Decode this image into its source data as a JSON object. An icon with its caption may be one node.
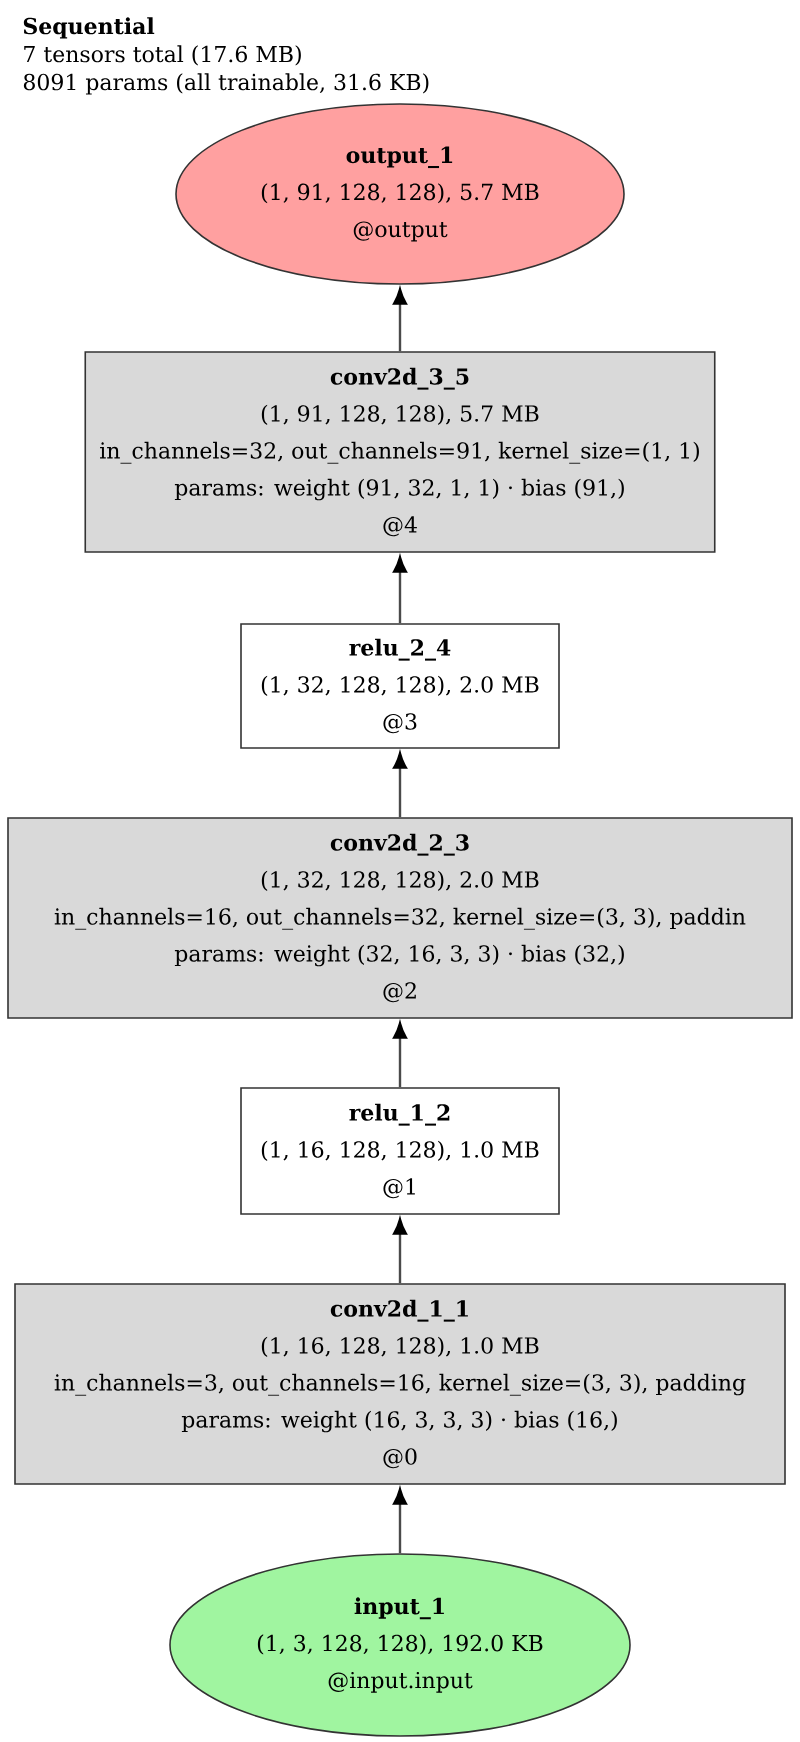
{
  "diagram": {
    "title": "Sequential",
    "nodes": [
      {
        "text": [
          "output_1",
          "(1, 91, 128, 128), 5.7 MB",
          "@output"
        ]
      },
      {
        "text": [
          "conv2d_3_5",
          "(1, 91, 128, 128), 5.7 MB",
          "in_channels=32, out_channels=91, kernel_size=(1, 1)",
          "params: weight (91, 32, 1, 1) · bias (91,)",
          "@4"
        ]
      },
      {
        "text": [
          "relu_2_4",
          "(1, 32, 128, 128), 2.0 MB",
          "@3"
        ]
      },
      {
        "text": [
          "conv2d_2_3",
          "(1, 32, 128, 128), 2.0 MB",
          "in_channels=16, out_channels=32, kernel_size=(3, 3), paddin",
          "params: weight (32, 16, 3, 3) · bias (32,)",
          "@2"
        ]
      },
      {
        "text": [
          "relu_1_2",
          "(1, 16, 128, 128), 1.0 MB",
          "@1"
        ]
      },
      {
        "text": [
          "conv2d_1_1",
          "(1, 16, 128, 128), 1.0 MB",
          "in_channels=3, out_channels=16, kernel_size=(3, 3), padding",
          "params: weight (16, 3, 3, 3) · bias (16,)",
          "@0"
        ]
      },
      {
        "text": [
          "input_1",
          "(1, 3, 128, 128), 192.0 KB",
          "@input.input"
        ]
      }
    ],
    "edges": [
      {
        "from": 6,
        "to": 5,
        "arrow": "to"
      },
      {
        "from": 5,
        "to": 4,
        "arrow": "to"
      },
      {
        "from": 4,
        "to": 3,
        "arrow": "to"
      },
      {
        "from": 3,
        "to": 2,
        "arrow": "to"
      },
      {
        "from": 2,
        "to": 1,
        "arrow": "to"
      },
      {
        "from": 1,
        "to": 0,
        "arrow": "to"
      }
    ],
    "labels": [
      "7 tensors total (17.6 MB)",
      "8091 params (all trainable, 31.6 KB)"
    ]
  }
}
